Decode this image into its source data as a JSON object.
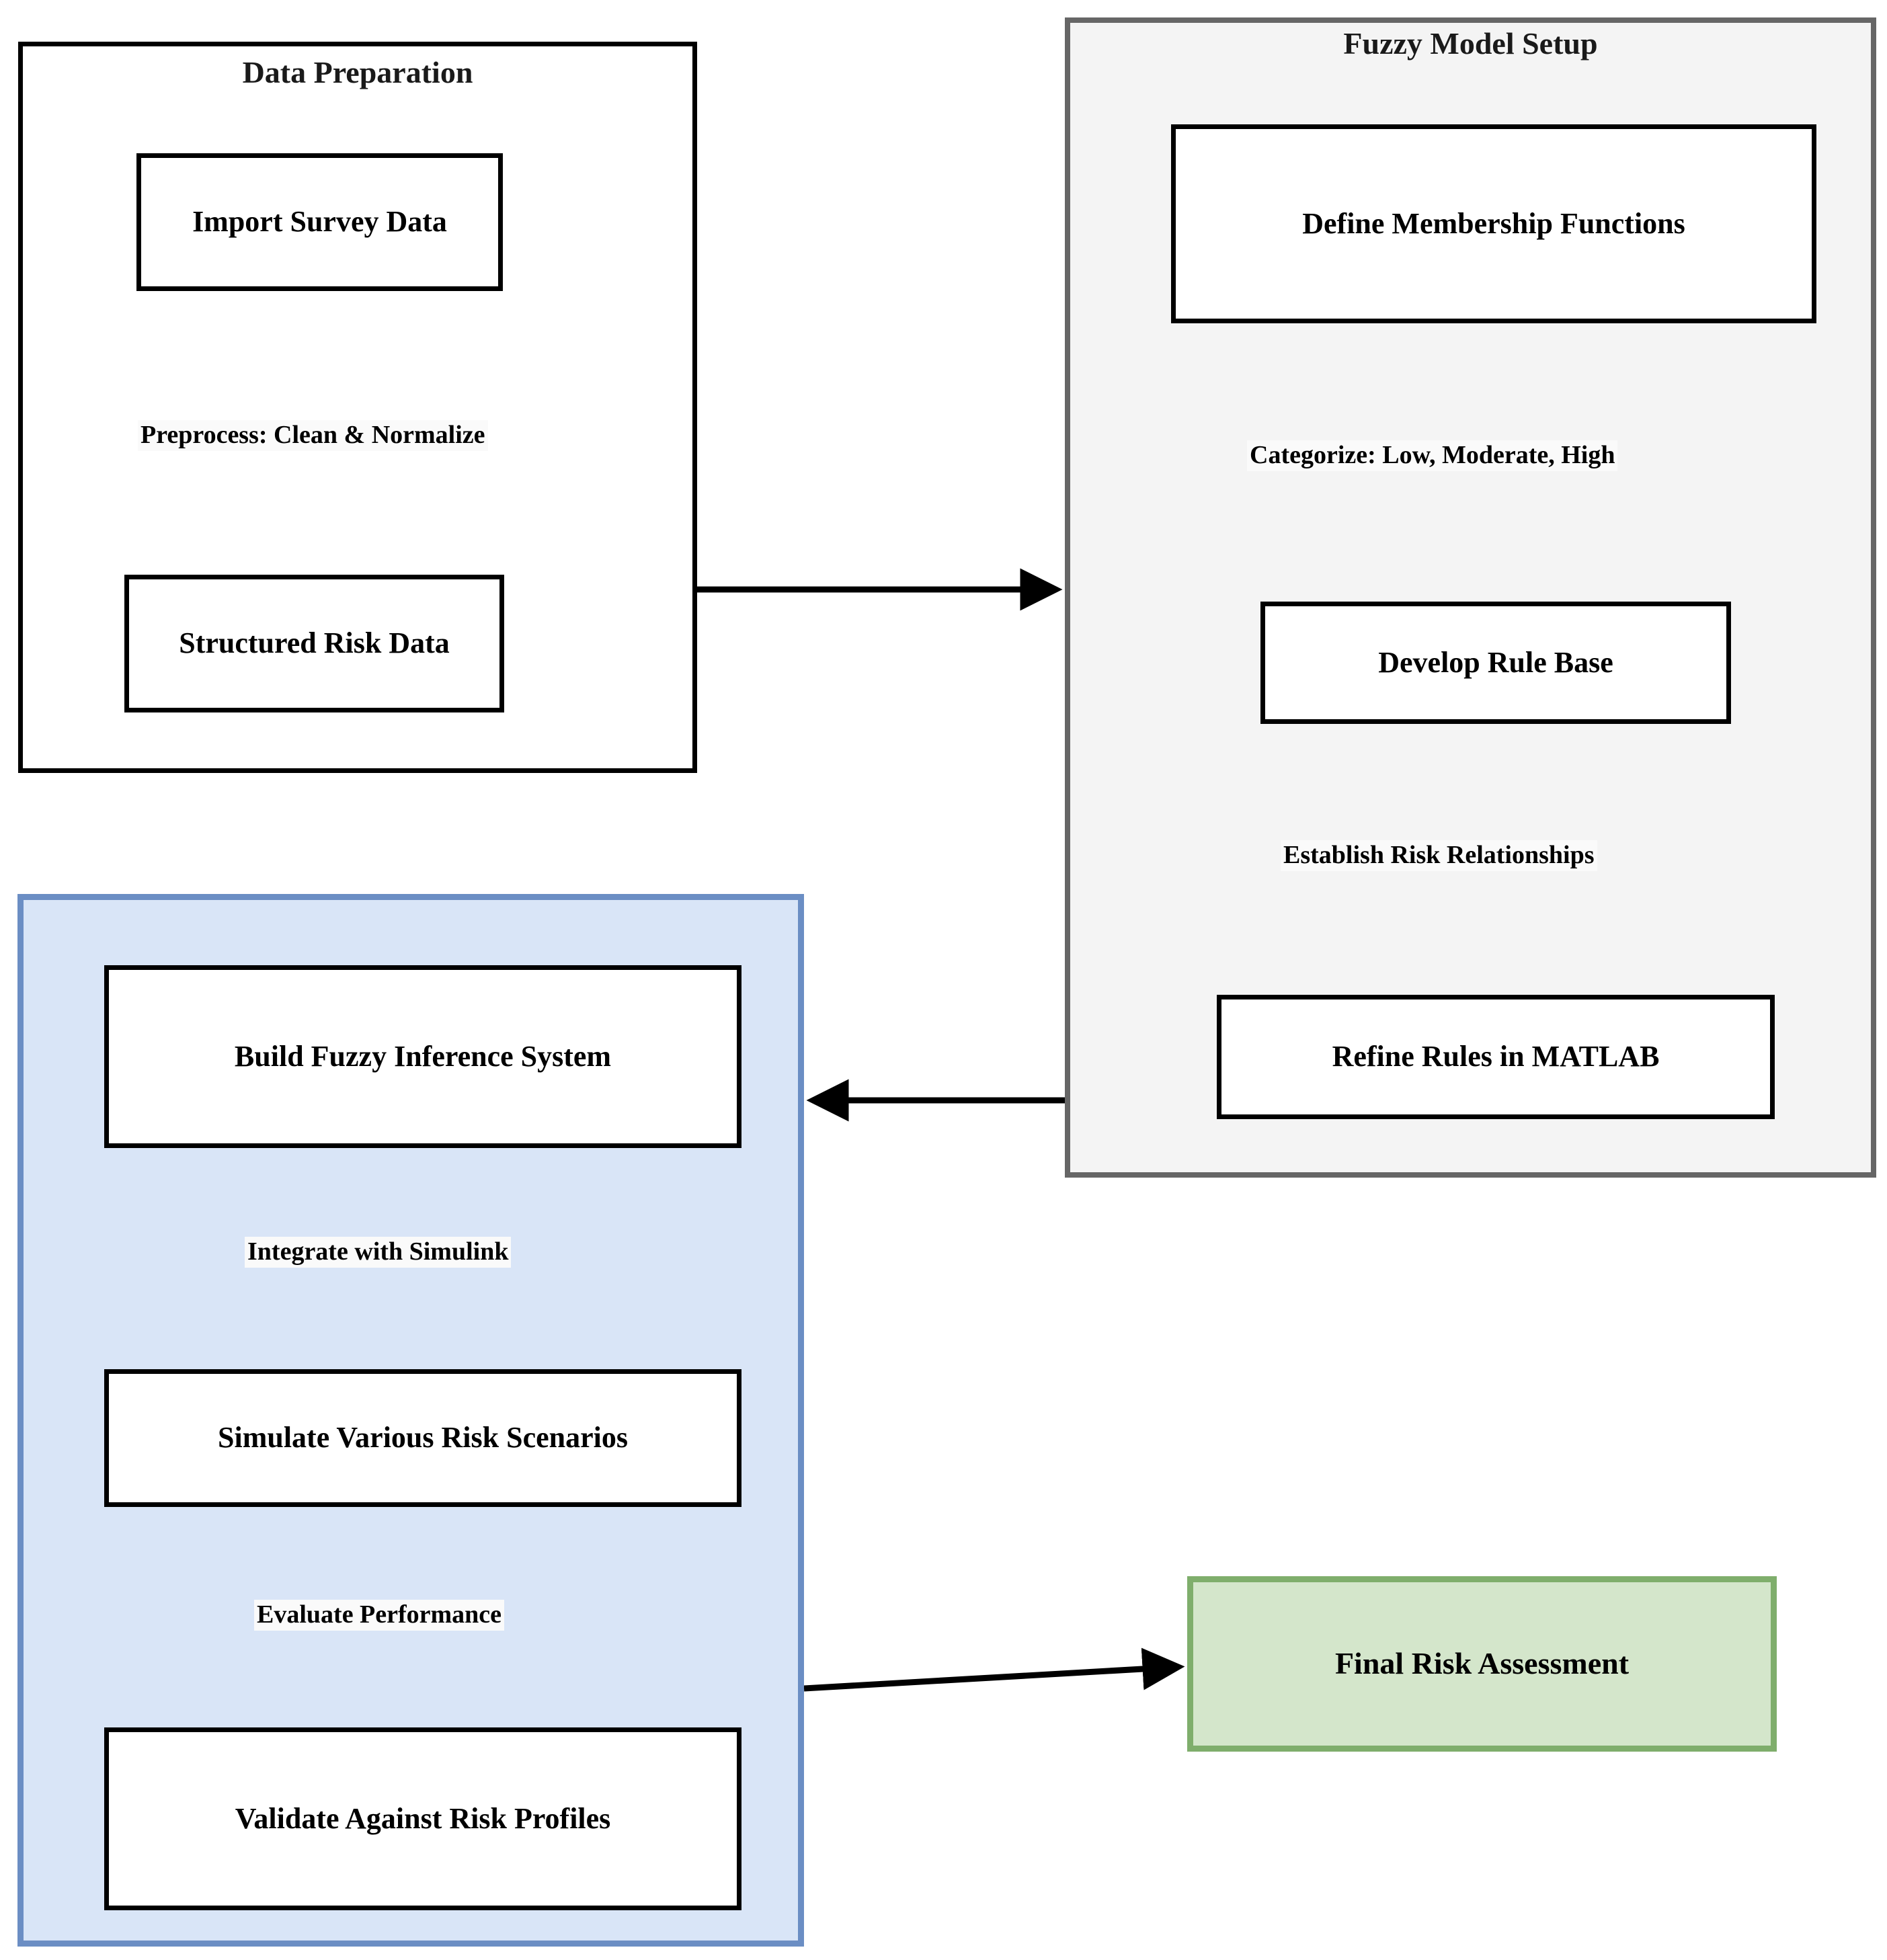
{
  "diagram": {
    "title_hidden": "Fuzzy Logic Risk Assessment Workflow",
    "clusters": [
      {
        "id": "data_prep",
        "label": "Data Preparation",
        "fill": "#ffffff",
        "border": "#000000"
      },
      {
        "id": "fuzzy_setup",
        "label": "Fuzzy Model Setup",
        "fill": "#f4f4f4",
        "border": "#666666"
      },
      {
        "id": "simulation",
        "label": "",
        "fill": "#d9e5f7",
        "border": "#6b8ec4"
      }
    ],
    "nodes": [
      {
        "id": "import_survey_data",
        "label": "Import Survey Data",
        "cluster": "data_prep",
        "fill": "#ffffff",
        "border": "#000000"
      },
      {
        "id": "structured_risk_data",
        "label": "Structured Risk Data",
        "cluster": "data_prep",
        "fill": "#ffffff",
        "border": "#000000"
      },
      {
        "id": "define_membership",
        "label": "Define Membership Functions",
        "cluster": "fuzzy_setup",
        "fill": "#ffffff",
        "border": "#000000"
      },
      {
        "id": "develop_rule_base",
        "label": "Develop Rule Base",
        "cluster": "fuzzy_setup",
        "fill": "#ffffff",
        "border": "#000000"
      },
      {
        "id": "refine_rules",
        "label": "Refine Rules in MATLAB",
        "cluster": "fuzzy_setup",
        "fill": "#ffffff",
        "border": "#000000"
      },
      {
        "id": "build_fis",
        "label": "Build Fuzzy Inference System",
        "cluster": "simulation",
        "fill": "#ffffff",
        "border": "#000000"
      },
      {
        "id": "simulate_scenarios",
        "label": "Simulate Various Risk Scenarios",
        "cluster": "simulation",
        "fill": "#ffffff",
        "border": "#000000"
      },
      {
        "id": "validate_profiles",
        "label": "Validate Against Risk Profiles",
        "cluster": "simulation",
        "fill": "#ffffff",
        "border": "#000000"
      },
      {
        "id": "final_assessment",
        "label": "Final Risk Assessment",
        "cluster": null,
        "fill": "#d4e6cb",
        "border": "#7fae6c"
      }
    ],
    "edges": [
      {
        "from": "import_survey_data",
        "to": "structured_risk_data",
        "label": "Preprocess: Clean & Normalize"
      },
      {
        "from": "structured_risk_data",
        "to": "define_membership",
        "label": ""
      },
      {
        "from": "define_membership",
        "to": "develop_rule_base",
        "label": "Categorize: Low, Moderate, High"
      },
      {
        "from": "develop_rule_base",
        "to": "refine_rules",
        "label": "Establish Risk Relationships"
      },
      {
        "from": "refine_rules",
        "to": "build_fis",
        "label": ""
      },
      {
        "from": "build_fis",
        "to": "simulate_scenarios",
        "label": "Integrate with Simulink"
      },
      {
        "from": "simulate_scenarios",
        "to": "validate_profiles",
        "label": "Evaluate Performance"
      },
      {
        "from": "validate_profiles",
        "to": "final_assessment",
        "label": ""
      }
    ]
  },
  "labels": {
    "cluster_data_prep": "Data Preparation",
    "cluster_fuzzy_setup": "Fuzzy Model Setup",
    "node_import_survey_data": "Import Survey Data",
    "node_structured_risk_data": "Structured Risk Data",
    "node_define_membership": "Define Membership Functions",
    "node_develop_rule_base": "Develop Rule Base",
    "node_refine_rules": "Refine Rules in MATLAB",
    "node_build_fis": "Build Fuzzy Inference System",
    "node_simulate_scenarios": "Simulate Various Risk Scenarios",
    "node_validate_profiles": "Validate Against Risk Profiles",
    "node_final_assessment": "Final Risk Assessment",
    "edge_preprocess": "Preprocess: Clean & Normalize",
    "edge_categorize": "Categorize: Low, Moderate, High",
    "edge_establish": "Establish Risk Relationships",
    "edge_integrate": "Integrate with Simulink",
    "edge_evaluate": "Evaluate Performance"
  },
  "colors": {
    "cluster_fuzzy_border": "#666666",
    "cluster_fuzzy_fill": "#f4f4f4",
    "cluster_sim_border": "#6b8ec4",
    "cluster_sim_fill": "#d9e5f7",
    "final_border": "#7fae6c",
    "final_fill": "#d4e6cb",
    "node_border": "#000000",
    "node_fill": "#ffffff",
    "edge_stroke": "#000000"
  }
}
